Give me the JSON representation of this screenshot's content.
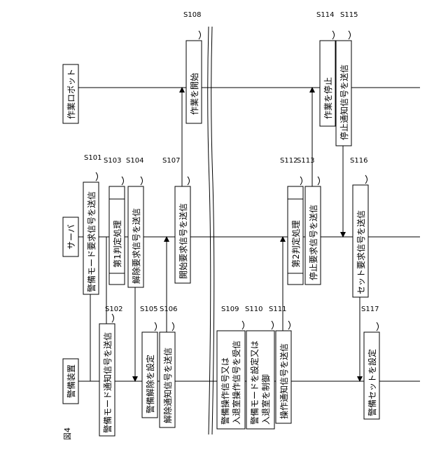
{
  "figure_label": "図4",
  "lanes": {
    "security_device": "警備装置",
    "server": "サーバ",
    "work_robot": "作業ロボット"
  },
  "steps": [
    {
      "code": "S101",
      "text": "警備モード要求信号を送信"
    },
    {
      "code": "S102",
      "text": "警備モード通知信号を送信"
    },
    {
      "code": "S103",
      "text": "第1判定処理"
    },
    {
      "code": "S104",
      "text": "解除要求信号を送信"
    },
    {
      "code": "S105",
      "text": "警備解除を設定"
    },
    {
      "code": "S106",
      "text": "解除通知信号を送信"
    },
    {
      "code": "S107",
      "text": "開始要求信号を送信"
    },
    {
      "code": "S108",
      "text": "作業を開始"
    },
    {
      "code": "S109",
      "text": "警備操作信号又は",
      "text2": "入退室操作信号を受信"
    },
    {
      "code": "S110",
      "text": "警備モードを設定又は",
      "text2": "入退室を制御"
    },
    {
      "code": "S111",
      "text": "操作通知信号を送信"
    },
    {
      "code": "S112",
      "text": "第2判定処理"
    },
    {
      "code": "S113",
      "text": "停止要求信号を送信"
    },
    {
      "code": "S114",
      "text": "作業を停止"
    },
    {
      "code": "S115",
      "text": "停止通知信号を送信"
    },
    {
      "code": "S116",
      "text": "セット要求信号を送信"
    },
    {
      "code": "S117",
      "text": "警備セットを設定"
    }
  ]
}
